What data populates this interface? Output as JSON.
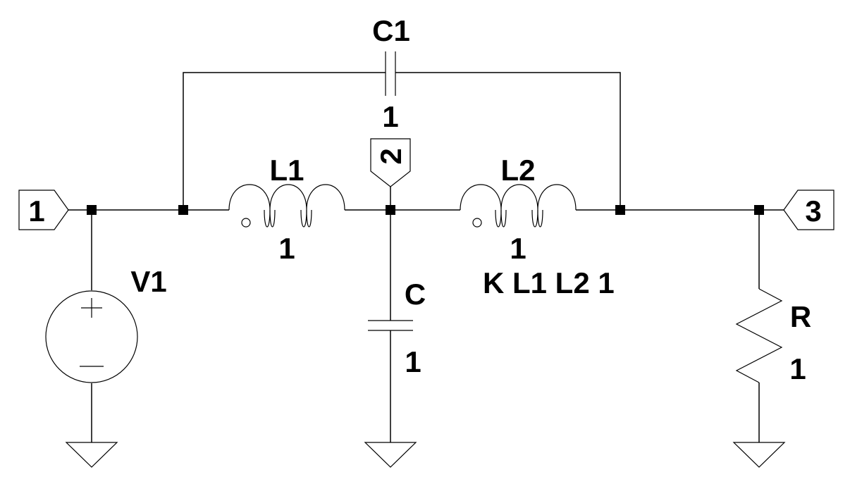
{
  "components": {
    "c1": {
      "name": "C1",
      "value": "1"
    },
    "l1": {
      "name": "L1",
      "value": "1"
    },
    "l2": {
      "name": "L2",
      "value": "1"
    },
    "coupling": {
      "text": "K L1 L2 1"
    },
    "c": {
      "name": "C",
      "value": "1"
    },
    "v1": {
      "name": "V1"
    },
    "r": {
      "name": "R",
      "value": "1"
    }
  },
  "ports": {
    "p1": "1",
    "p2": "2",
    "p3": "3"
  }
}
